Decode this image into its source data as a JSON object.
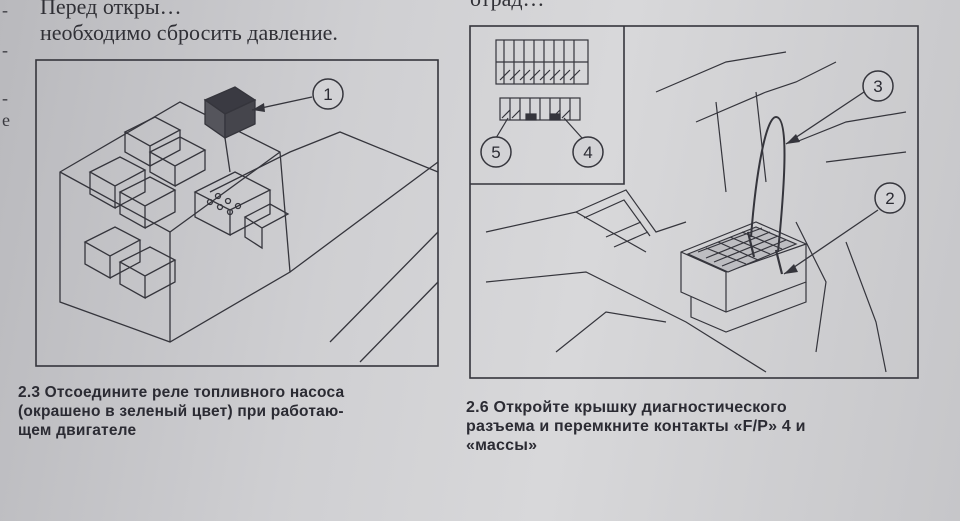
{
  "page": {
    "top_text_left": "Перед откры… необходимо сбросить давление.",
    "top_text_right": "отрад…",
    "margin_marks": [
      "-",
      "-",
      "-",
      "е"
    ]
  },
  "figure_left": {
    "callouts": [
      "1"
    ],
    "caption": "2.3 Отсоедините реле топливного насоса (окрашено в зеленый цвет) при работаю-щем двигателе",
    "caption_lines": [
      "2.3 Отсоедините реле топливного насоса",
      "(окрашено в зеленый цвет) при работаю-",
      "щем двигателе"
    ]
  },
  "figure_right": {
    "callouts": [
      "3",
      "2",
      "5",
      "4"
    ],
    "caption_lines": [
      "2.6 Откройте крышку диагностического",
      "разъема и перемкните контакты «F/P» 4 и",
      "«массы»"
    ]
  },
  "colors": {
    "line": "#35353c",
    "paper": "#d2d2d5"
  }
}
